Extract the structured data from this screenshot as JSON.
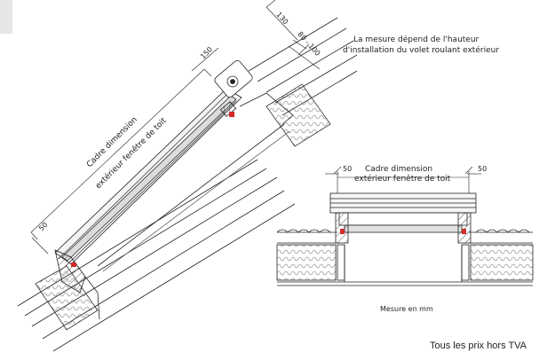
{
  "annotations": {
    "note_line1": "La mesure dépend  de l'hauteur",
    "note_line2": "d'installation du volet roulant extérieur",
    "dim_130": "130",
    "dim_150": "150",
    "dim_80_100": "80 - 100",
    "dim_50_left": "50",
    "frame_label_1": "Cadre dimension",
    "frame_label_2": "extérieur fenêtre de toit",
    "section_frame_1": "Cadre dimension",
    "section_frame_2": "extérieur fenêtre de toit",
    "section_dim_left": "50",
    "section_dim_right": "50",
    "unit_note": "Mesure en mm"
  },
  "footer": {
    "price_note": "Tous les prix hors TVA"
  }
}
